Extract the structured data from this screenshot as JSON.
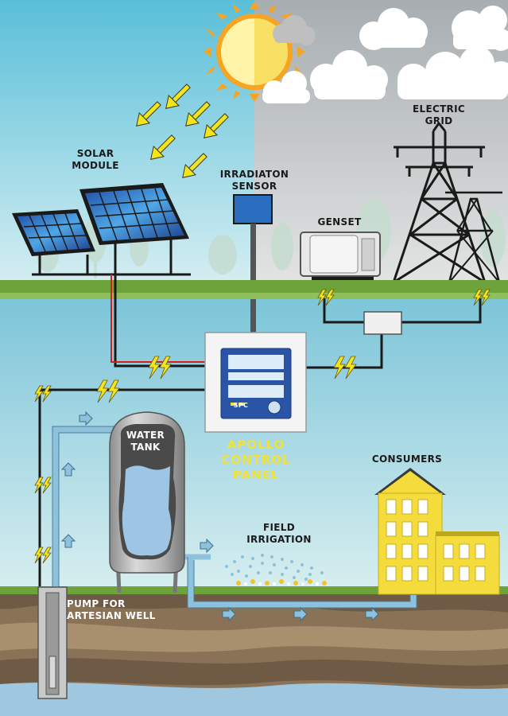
{
  "labels": {
    "solar_module": [
      "SOLAR",
      "MODULE"
    ],
    "irradiation_sensor": [
      "IRRADIATON",
      "SENSOR"
    ],
    "electric_grid": [
      "ELECTRIC",
      "GRID"
    ],
    "genset": "GENSET",
    "water_tank": [
      "WATER",
      "TANK"
    ],
    "control_panel": [
      "APOLLO",
      "CONTROL",
      "PANEL"
    ],
    "consumers": "CONSUMERS",
    "field_irrigation": [
      "FIELD",
      "IRRIGATION"
    ],
    "pump": [
      "PUMP FOR",
      "ARTESIAN WELL"
    ]
  },
  "panel_device": {
    "brand": "SPC"
  },
  "colors": {
    "sky": "#9dd3e6",
    "storm_sky": "#c9cdcf",
    "grass": "#6ea33b",
    "water_pipe": "#8ec1dc",
    "panel_accent": "#f1e23a",
    "building": "#f3dc3c"
  }
}
